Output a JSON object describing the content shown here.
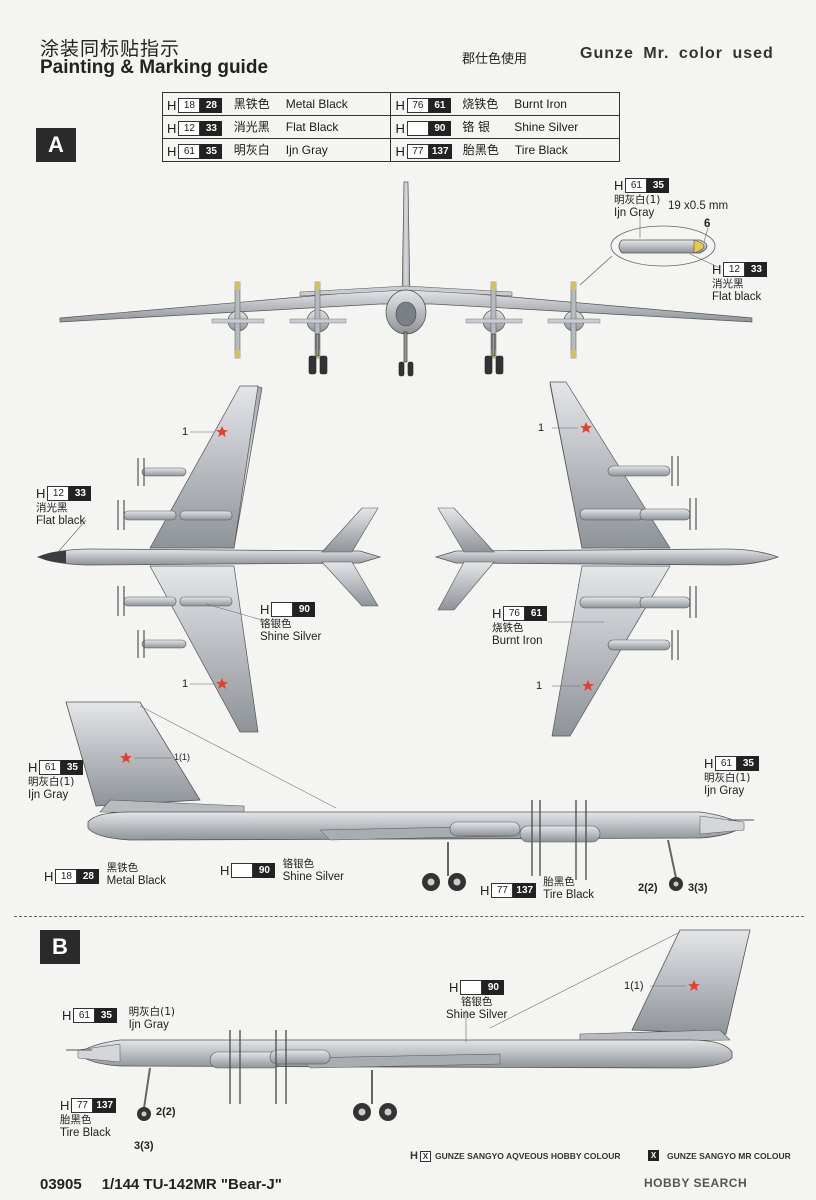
{
  "header": {
    "title_cn": "涂装同标贴指示",
    "title_en": "Painting & Marking guide",
    "used_cn": "郡仕色使用",
    "used_en": "Gunze Mr. color used"
  },
  "color_table": [
    [
      {
        "h": "H",
        "aq": "18",
        "mr": "28",
        "cn": "黑铁色",
        "en": "Metal Black"
      },
      {
        "h": "H",
        "aq": "76",
        "mr": "61",
        "cn": "烧铁色",
        "en": "Burnt Iron"
      }
    ],
    [
      {
        "h": "H",
        "aq": "12",
        "mr": "33",
        "cn": "消光黑",
        "en": "Flat Black"
      },
      {
        "h": "H",
        "aq": "",
        "mr": "90",
        "cn": "铬 银",
        "en": "Shine Silver"
      }
    ],
    [
      {
        "h": "H",
        "aq": "61",
        "mr": "35",
        "cn": "明灰白",
        "en": "Ijn Gray"
      },
      {
        "h": "H",
        "aq": "77",
        "mr": "137",
        "cn": "胎黑色",
        "en": "Tire Black"
      }
    ]
  ],
  "sections": {
    "a": "A",
    "b": "B"
  },
  "callouts": {
    "probe_gray": {
      "h": "H",
      "aq": "61",
      "mr": "35",
      "cn": "明灰白(1)",
      "en": "Ijn Gray"
    },
    "probe_size": "19 x0.5 mm",
    "probe_num": "6",
    "probe_black": {
      "h": "H",
      "aq": "12",
      "mr": "33",
      "cn": "消光黑",
      "en": "Flat black"
    },
    "top_nose": {
      "h": "H",
      "aq": "12",
      "mr": "33",
      "cn": "消光黑",
      "en": "Flat black"
    },
    "top_silver": {
      "h": "H",
      "aq": "",
      "mr": "90",
      "cn": "铬银色",
      "en": "Shine Silver"
    },
    "bottom_iron": {
      "h": "H",
      "aq": "76",
      "mr": "61",
      "cn": "烧铁色",
      "en": "Burnt Iron"
    },
    "side_tail": {
      "h": "H",
      "aq": "61",
      "mr": "35",
      "cn": "明灰白(1)",
      "en": "Ijn Gray"
    },
    "side_nose": {
      "h": "H",
      "aq": "61",
      "mr": "35",
      "cn": "明灰白(1)",
      "en": "Ijn Gray"
    },
    "side_metal": {
      "h": "H",
      "aq": "18",
      "mr": "28",
      "cn": "黑铁色",
      "en": "Metal  Black"
    },
    "side_silver": {
      "h": "H",
      "aq": "",
      "mr": "90",
      "cn": "铬银色",
      "en": "Shine Silver"
    },
    "side_tire": {
      "h": "H",
      "aq": "77",
      "mr": "137",
      "cn": "胎黑色",
      "en": "Tire Black"
    },
    "b_silver": {
      "h": "H",
      "aq": "",
      "mr": "90",
      "cn": "铬银色",
      "en": "Shine Silver"
    },
    "b_gray": {
      "h": "H",
      "aq": "61",
      "mr": "35",
      "cn": "明灰白(1)",
      "en": "Ijn Gray"
    },
    "b_tire": {
      "h": "H",
      "aq": "77",
      "mr": "137",
      "cn": "胎黑色",
      "en": "Tire Black"
    }
  },
  "numbers": {
    "n1": "1",
    "n1b": "1(1)",
    "n22": "2(2)",
    "n33": "3(3)"
  },
  "legend": {
    "h": "H",
    "x": "X",
    "aqueous": "GUNZE SANGYO AQVEOUS HOBBY COLOUR",
    "mr": "GUNZE SANGYO MR COLOUR"
  },
  "footer": {
    "code": "03905",
    "model": "1/144 TU-142MR \"Bear-J\""
  },
  "watermark": "HOBBY SEARCH",
  "colors": {
    "star": "#e2402a",
    "silver": "#c9ccd0",
    "dark": "#2a2a2a"
  }
}
